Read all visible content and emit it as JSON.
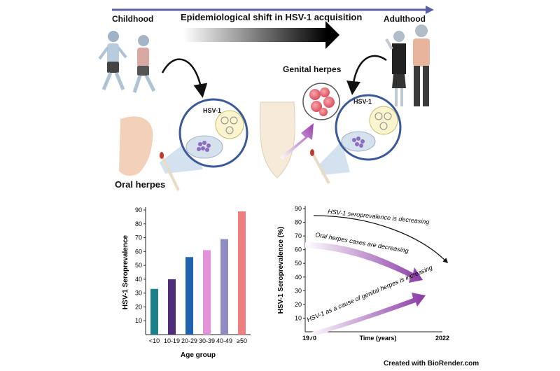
{
  "header": {
    "childhood": "Childhood",
    "title": "Epidemiological shift in HSV-1 acquisition",
    "adulthood": "Adulthood"
  },
  "illustration": {
    "genital_herpes": "Genital herpes",
    "oral_herpes": "Oral herpes",
    "hsv1_left": "HSV-1",
    "hsv1_right": "HSV-1"
  },
  "colors": {
    "timeline": "#5a5fa3",
    "bar_colors": [
      "#1b7f8c",
      "#4f2d7a",
      "#1f63b0",
      "#e293d9",
      "#8e8dc2",
      "#ef7f7f"
    ],
    "arrow_purple": "#9a3fb0"
  },
  "chart_data": [
    {
      "type": "bar",
      "categories": [
        "<10",
        "10-19",
        "20-29",
        "30-39",
        "40-49",
        "≥50"
      ],
      "values": [
        33,
        40,
        56,
        61,
        69,
        89
      ],
      "xlabel": "Age group",
      "ylabel": "HSV-1 Seroprevalence",
      "ylim": [
        0,
        90
      ],
      "yticks": [
        10,
        20,
        30,
        40,
        50,
        60,
        70,
        80,
        90
      ],
      "grid": false
    },
    {
      "type": "line",
      "x_ticks": [
        "1970",
        "2022"
      ],
      "xlabel": "Time (years)",
      "ylabel": "HSV-1 Seroprevalence (%)",
      "ylim": [
        0,
        90
      ],
      "yticks": [
        10,
        20,
        30,
        40,
        50,
        60,
        70,
        80,
        90
      ],
      "annotations": [
        "HSV-1 seroprevalence is decreasing",
        "Oral herpes cases are decreasing",
        "HSV-1 as a cause of genital herpes is increasing"
      ]
    }
  ],
  "footer": {
    "credit": "Created with BioRender.com"
  }
}
